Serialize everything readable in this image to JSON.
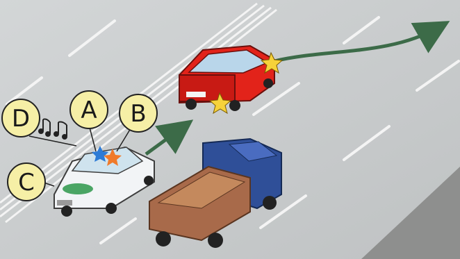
{
  "callouts": {
    "a": "A",
    "b": "B",
    "c": "C",
    "d": "D"
  },
  "colors": {
    "road": "#c9cccd",
    "lane_marking": "#f2f2f2",
    "label_bubble": "#f6efa6",
    "red_car": "#e2231a",
    "police_car": "#f2f4f6",
    "truck_cab": "#2f4f98",
    "truck_bed": "#a86a4a",
    "arrow": "#3c6b48",
    "beacon_star": "#f6d23a",
    "siren_star": "#f07a2a",
    "siren_blue": "#2c7bd6"
  },
  "icons": {
    "sound": "musical-note-icon",
    "direction": "direction-arrow-icon",
    "highlight": "star-icon"
  }
}
